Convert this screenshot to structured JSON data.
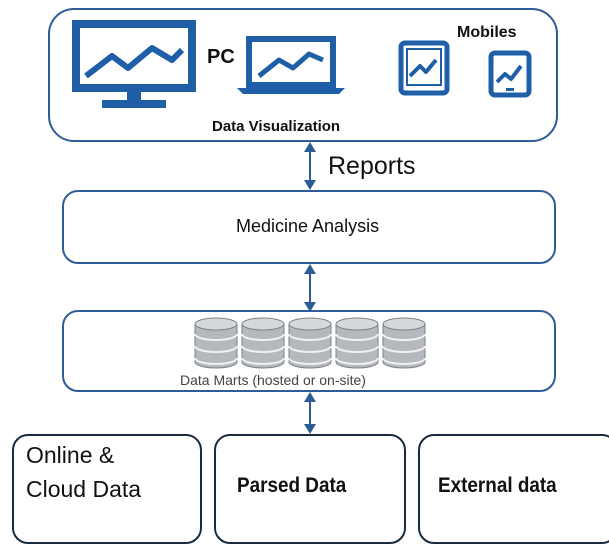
{
  "top": {
    "pc_label": "PC",
    "mobiles_label": "Mobiles",
    "caption": "Data Visualization",
    "icons": [
      "desktop-monitor-icon",
      "laptop-icon",
      "tablet-icon",
      "phone-icon"
    ]
  },
  "reports_label": "Reports",
  "analysis_label": "Medicine Analysis",
  "marts": {
    "label": "Data Marts (hosted or on-site)",
    "database_count": 5
  },
  "sources": [
    {
      "line1": "Online &",
      "line2": "Cloud Data"
    },
    {
      "label": "Parsed Data"
    },
    {
      "label": "External data"
    }
  ],
  "colors": {
    "accent": "#1f5fa8",
    "border": "#2e5d96",
    "db": "#b5b9be"
  }
}
